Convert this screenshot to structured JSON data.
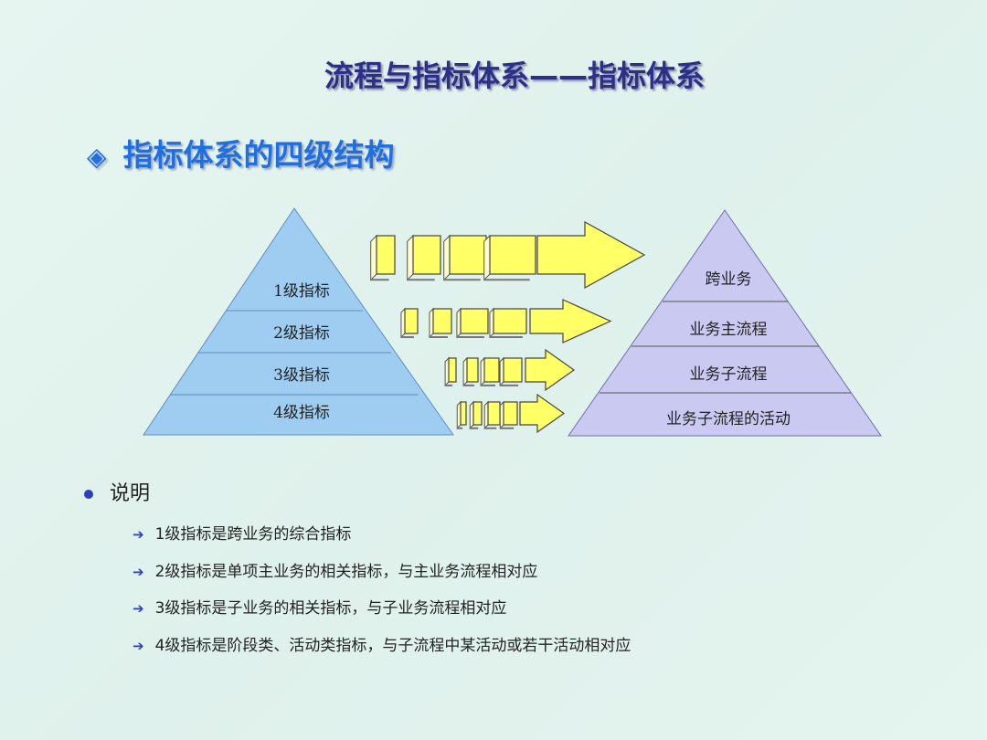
{
  "title": "流程与指标体系——指标体系",
  "subtitle": {
    "icon": "diamond-bullet-icon",
    "text": "指标体系的四级结构"
  },
  "left_pyramid": {
    "color": "#9fcdf2",
    "levels": [
      "1级指标",
      "2级指标",
      "3级指标",
      "4级指标"
    ]
  },
  "right_pyramid": {
    "color": "#c9c9f2",
    "levels": [
      "跨业务",
      "业务主流程",
      "业务子流程",
      "业务子流程的活动"
    ]
  },
  "arrow_color": "#ffff66",
  "notes": {
    "heading": "说明",
    "items": [
      "1级指标是跨业务的综合指标",
      "2级指标是单项主业务的相关指标，与主业务流程相对应",
      "3级指标是子业务的相关指标，与子业务流程相对应",
      "4级指标是阶段类、活动类指标，与子流程中某活动或若干活动相对应"
    ]
  }
}
